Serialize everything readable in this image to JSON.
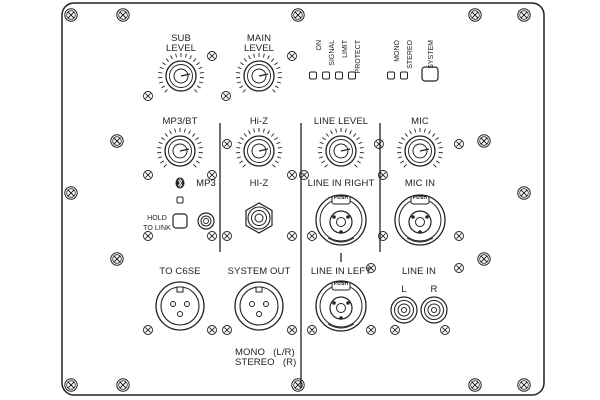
{
  "colors": {
    "stroke": "#222222",
    "background": "#ffffff"
  },
  "knobs": {
    "sub_level": "SUB\nLEVEL",
    "main_level": "MAIN\nLEVEL",
    "mp3_bt": "MP3/BT",
    "hiz_level": "Hi-Z",
    "line_level": "LINE LEVEL",
    "mic": "MIC"
  },
  "leds_left": [
    "ON",
    "SIGNAL",
    "LIMIT",
    "PROTECT"
  ],
  "leds_right": [
    "MONO",
    "STEREO"
  ],
  "system_button": "SYSTEM",
  "bluetooth": {
    "icon": "bluetooth-icon",
    "mp3": "MP3",
    "hold": "HOLD\nTO LINK"
  },
  "inputs": {
    "hiz": "HI-Z",
    "line_in_right": "LINE IN RIGHT",
    "line_in_left": "LINE IN LEFT",
    "mic_in": "MIC IN",
    "line_in": "LINE IN",
    "rca_left": "L",
    "rca_right": "R",
    "push": "PUSH"
  },
  "outputs": {
    "to_c6se": "TO C6SE",
    "system_out": "SYSTEM OUT",
    "mono_line": "MONO   (L/R)",
    "stereo_line": "STEREO   (R)"
  }
}
